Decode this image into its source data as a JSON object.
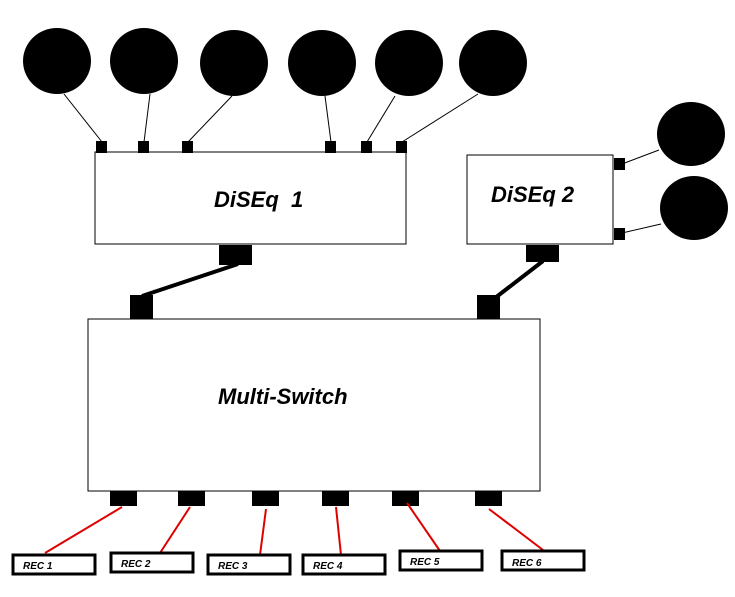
{
  "diagram": {
    "boxes": {
      "diseq1": "DiSEq  1",
      "diseq2": "DiSEq 2",
      "multiswitch": "Multi-Switch"
    },
    "receivers": [
      "REC 1",
      "REC 2",
      "REC 3",
      "REC 4",
      "REC 5",
      "REC 6"
    ],
    "colors": {
      "background": "#ffffff",
      "stroke": "#000000",
      "dish": "#000000",
      "receiver_cable": "#e00000"
    }
  }
}
